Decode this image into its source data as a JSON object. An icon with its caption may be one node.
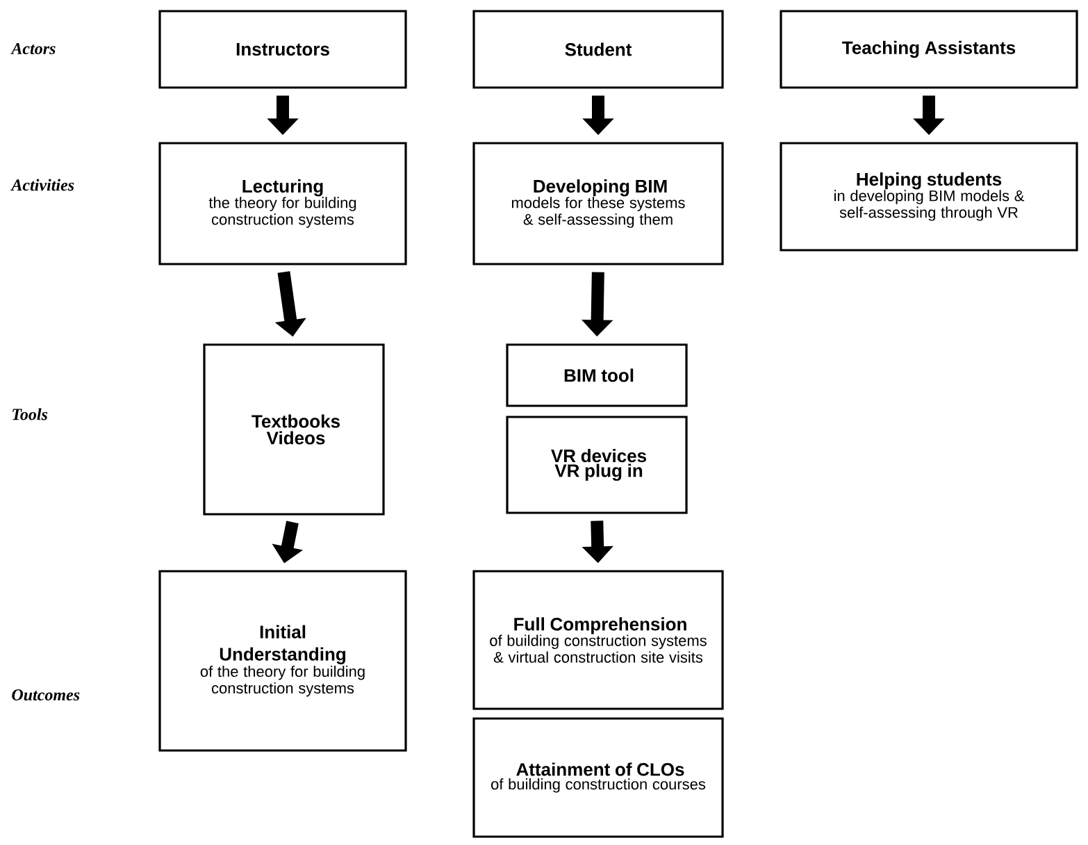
{
  "diagram": {
    "nodes": [
      {
        "text": [
          "Instructors"
        ]
      },
      {
        "text": [
          "Student"
        ]
      },
      {
        "text": [
          "Teaching Assistants"
        ]
      },
      {
        "text": [
          "Lecturing",
          "the theory for building construction systems"
        ]
      },
      {
        "text": [
          "Developing BIM",
          "models for these systems & self-assessing them"
        ]
      },
      {
        "text": [
          "Helping students",
          "in developing BIM models & self-assessing through VR"
        ]
      },
      {
        "text": [
          "Textbooks",
          "Videos"
        ]
      },
      {
        "text": [
          "BIM tool"
        ]
      },
      {
        "text": [
          "VR devices",
          "VR plug in"
        ]
      },
      {
        "text": [
          "Initial Understanding",
          "of the theory for building construction systems"
        ]
      },
      {
        "text": [
          "Full Comprehension",
          "of building construction systems & virtual construction site visits"
        ]
      },
      {
        "text": [
          "Attainment of CLOs",
          "of building construction courses"
        ]
      }
    ],
    "edges": [
      {
        "from": 0,
        "to": 3,
        "arrow": "to"
      },
      {
        "from": 1,
        "to": 4,
        "arrow": "to"
      },
      {
        "from": 2,
        "to": 5,
        "arrow": "to"
      },
      {
        "from": 3,
        "to": 6,
        "arrow": "to"
      },
      {
        "from": 4,
        "to": 7,
        "arrow": "to"
      },
      {
        "from": 6,
        "to": 9,
        "arrow": "to"
      },
      {
        "from": 8,
        "to": 10,
        "arrow": "to"
      }
    ],
    "labels": [
      "Actors",
      "Activities",
      "Tools",
      "Outcomes"
    ]
  }
}
